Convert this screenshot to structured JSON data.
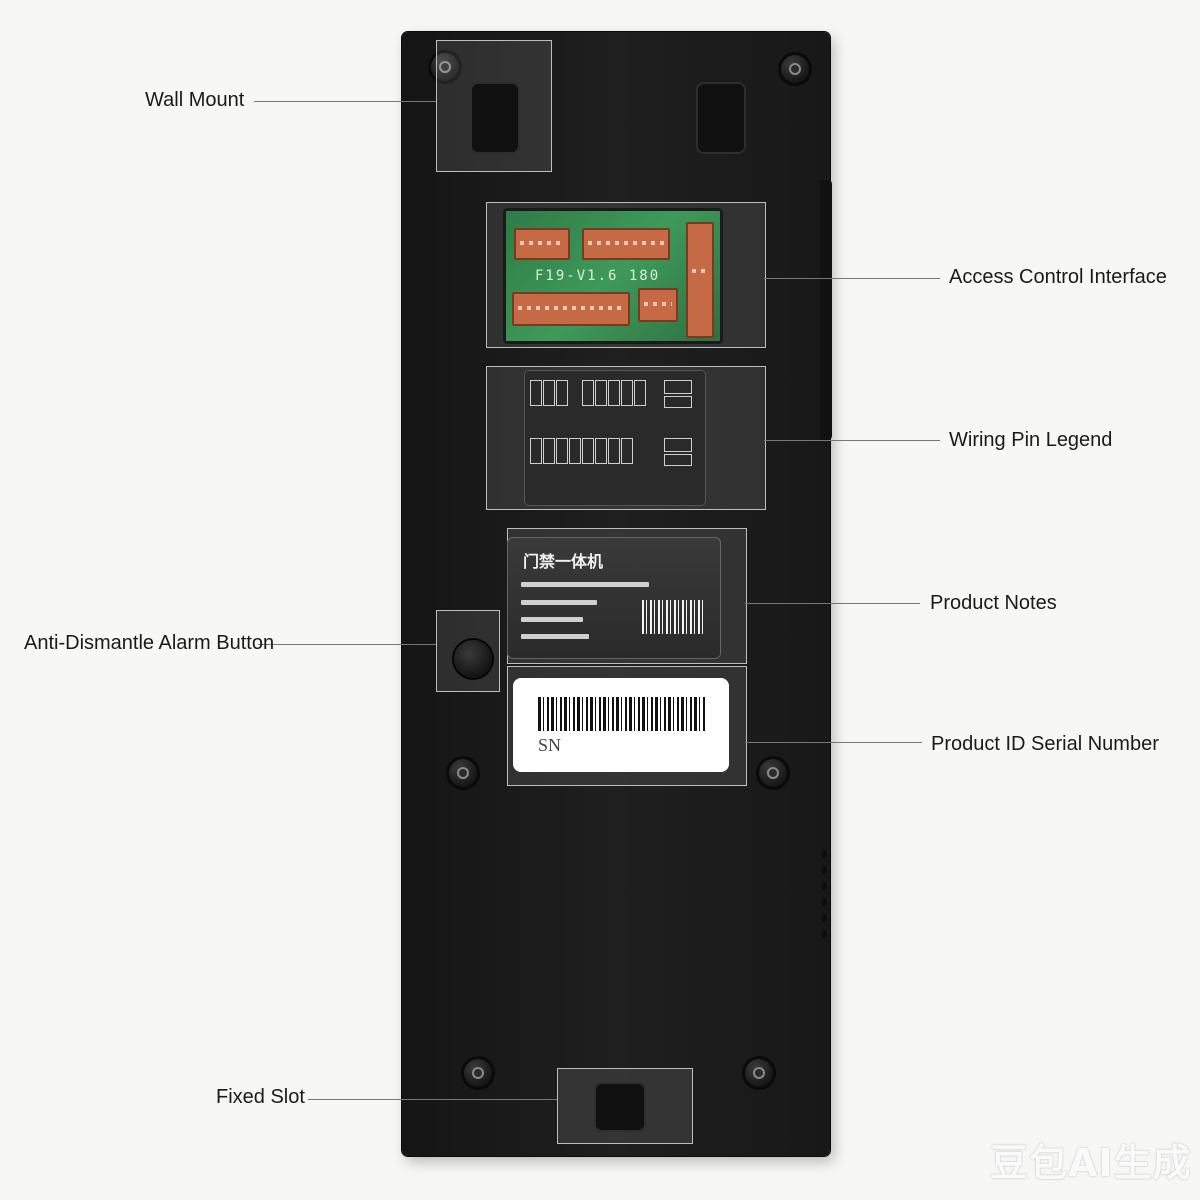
{
  "callouts": {
    "wall_mount": "Wall Mount",
    "access_control_interface": "Access Control Interface",
    "wiring_pin_legend": "Wiring Pin Legend",
    "product_notes": "Product Notes",
    "anti_dismantle_alarm_button": "Anti-Dismantle Alarm Button",
    "product_id_serial_number": "Product ID Serial Number",
    "fixed_slot": "Fixed Slot"
  },
  "pcb_marking": "F19-V1.6 180",
  "notes_sticker_title": "门禁一体机",
  "serial_label_text": "SN",
  "watermark": "豆包AI生成",
  "colors": {
    "device_body": "#1a1a1a",
    "pcb_green": "#3e9a5a",
    "connector": "#c66a45",
    "highlight_border": "#bdbdbd",
    "background": "#f7f7f5"
  }
}
